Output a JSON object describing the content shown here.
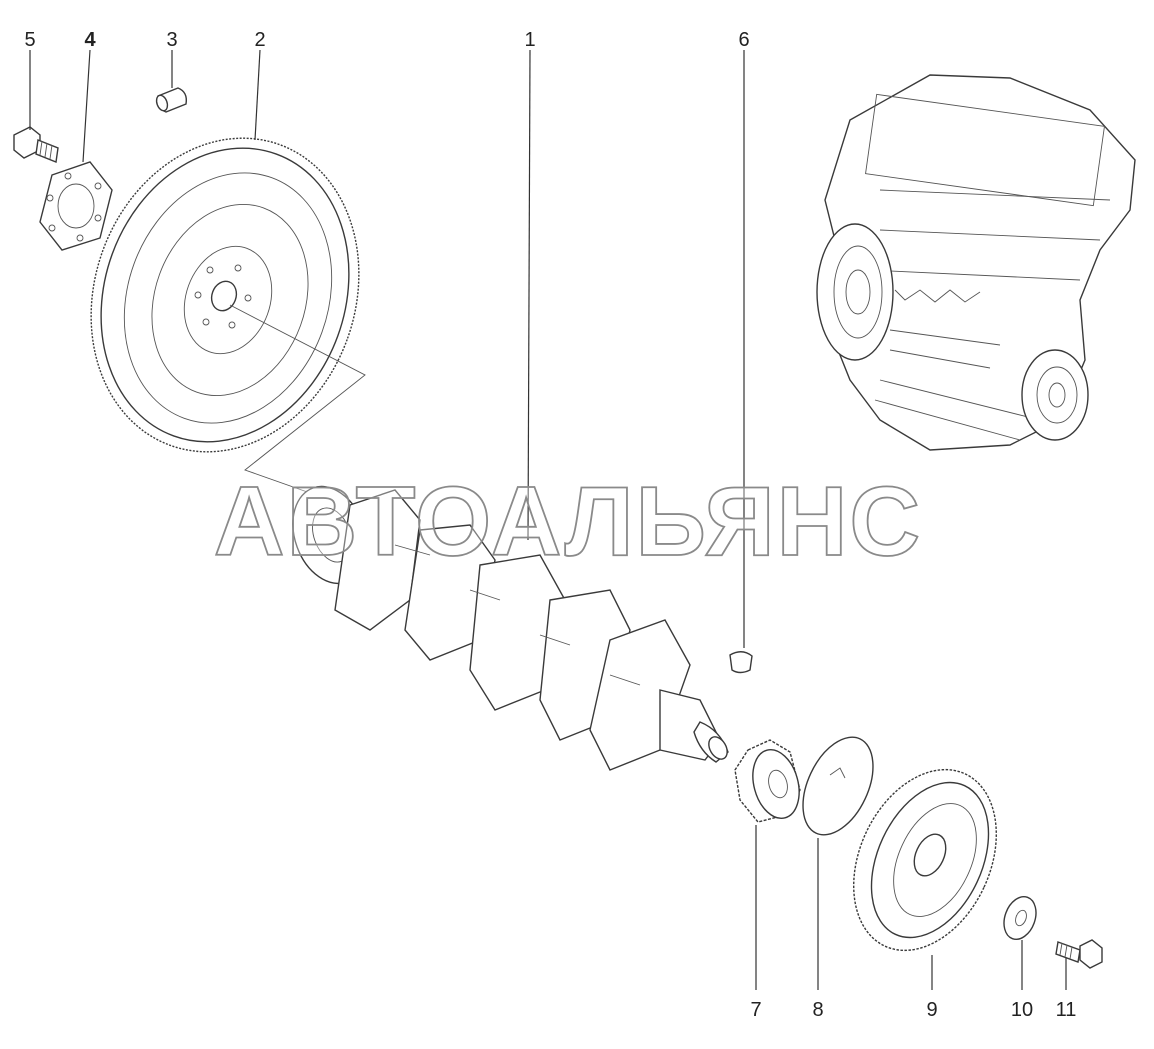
{
  "watermark": "АВТОАЛЬЯНС",
  "callouts": [
    {
      "id": "5",
      "label": "5"
    },
    {
      "id": "4",
      "label": "4"
    },
    {
      "id": "3",
      "label": "3"
    },
    {
      "id": "2",
      "label": "2"
    },
    {
      "id": "1",
      "label": "1"
    },
    {
      "id": "6",
      "label": "6"
    },
    {
      "id": "7",
      "label": "7"
    },
    {
      "id": "8",
      "label": "8"
    },
    {
      "id": "9",
      "label": "9"
    },
    {
      "id": "10",
      "label": "10"
    },
    {
      "id": "11",
      "label": "11"
    }
  ],
  "colors": {
    "ink": "#3a3a3a",
    "background": "#ffffff",
    "watermark_stroke": "#8a8a8a"
  }
}
